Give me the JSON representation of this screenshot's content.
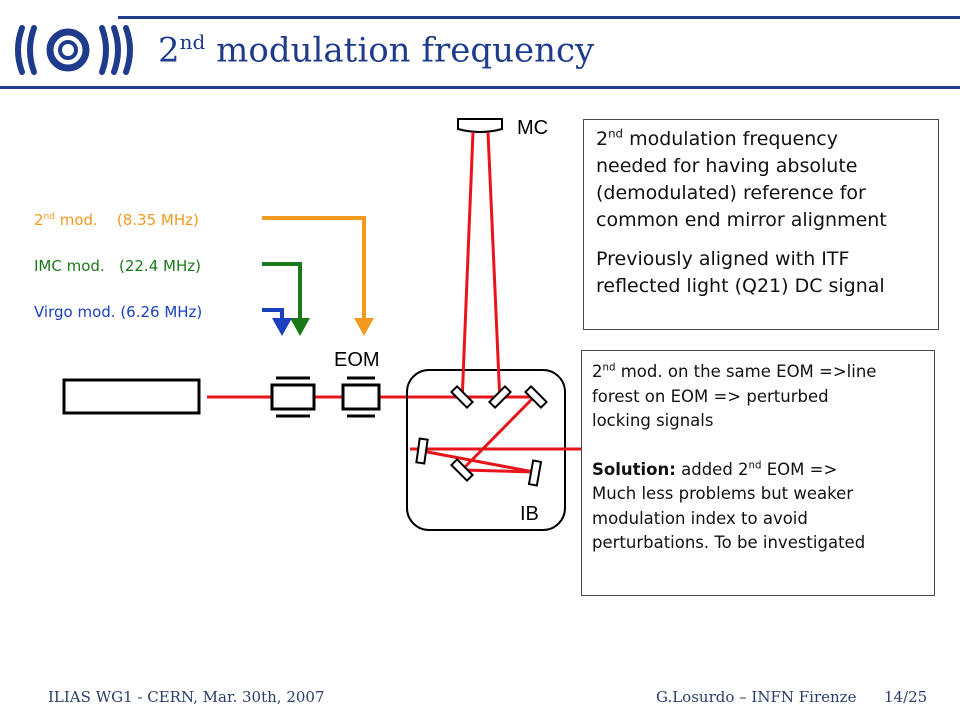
{
  "header": {
    "title_main": "2",
    "title_sup": "nd",
    "title_rest": " modulation frequency"
  },
  "diagram": {
    "labels": {
      "mc": "MC",
      "eom": "EOM",
      "ib": "IB"
    },
    "modulations": [
      {
        "prefix": "2",
        "sup": "nd",
        "text": " mod.    (8.35 MHz)",
        "color": "#f29a1f"
      },
      {
        "prefix": "",
        "sup": "",
        "text": "IMC mod.   (22.4 MHz)",
        "color": "#1a7a1a"
      },
      {
        "prefix": "",
        "sup": "",
        "text": "Virgo mod. (6.26 MHz)",
        "color": "#1a3fbf"
      }
    ],
    "colors": {
      "beam": "#e8141b",
      "second_mod": "#f29a1f",
      "imc_mod": "#1a7a1a",
      "virgo_mod": "#1a3fbf"
    }
  },
  "info_box_1": {
    "p1_sup_prefix": "2",
    "p1_sup": "nd",
    "p1_line1_rest": " modulation frequency",
    "p1_line2": "needed for having absolute",
    "p1_line3": "(demodulated) reference for",
    "p1_line4": "common end mirror alignment",
    "p2_line1": "Previously aligned with ITF",
    "p2_line2": "reflected light (Q21) DC signal"
  },
  "info_box_2": {
    "p1_prefix": "2",
    "p1_sup": "nd",
    "p1_line1_rest": " mod. on the same EOM =>line",
    "p1_line2": "forest on EOM => perturbed",
    "p1_line3": "locking signals",
    "solution_label": "Solution:",
    "solution_text_a": " added 2",
    "solution_sup": "nd",
    "solution_text_b": " EOM =>",
    "p2_line2": "Much less problems but weaker",
    "p2_line3": "modulation index to avoid",
    "p2_line4": "perturbations. To be investigated"
  },
  "footer": {
    "left": "ILIAS WG1 - CERN, Mar. 30th, 2007",
    "right": "G.Losurdo – INFN Firenze",
    "page": "14/25"
  }
}
